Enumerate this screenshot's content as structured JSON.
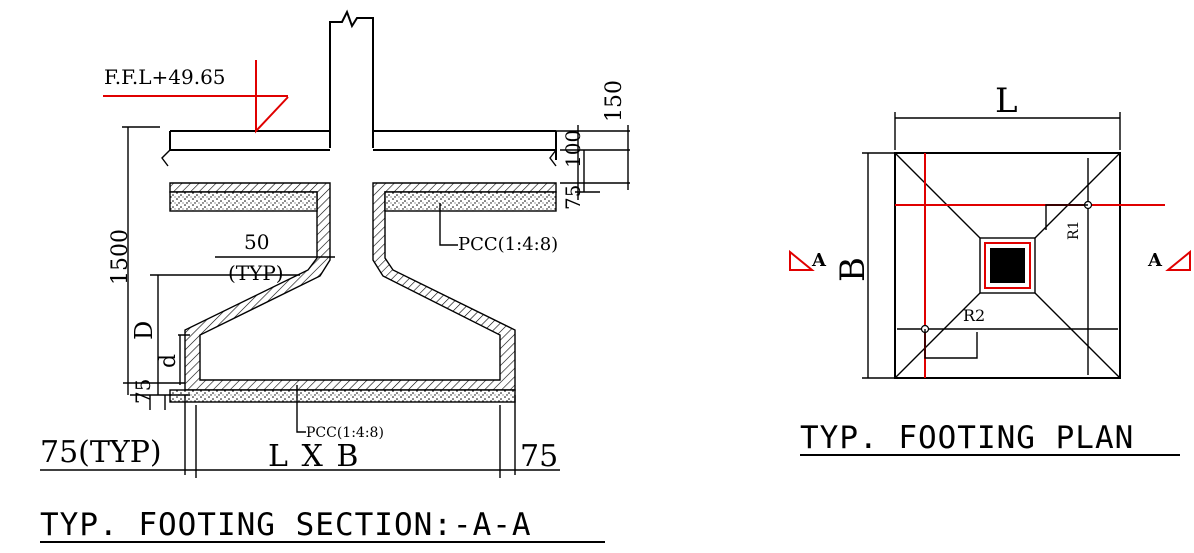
{
  "section": {
    "title": "TYP. FOOTING SECTION:-A-A",
    "ffl": "F.F.L+49.65",
    "dim_150": "150",
    "dim_100": "100",
    "dim_75_top": "75",
    "dim_1500": "1500",
    "dim_50": "50",
    "typ": "(TYP)",
    "dim_D": "D",
    "dim_d": "d",
    "dim_75_bottom": "75",
    "pcc_upper": "PCC(1:4:8)",
    "pcc_lower": "PCC(1:4:8)",
    "offset_left": "75(TYP)",
    "size": "L X B",
    "offset_right": "75"
  },
  "plan": {
    "title": "TYP. FOOTING PLAN",
    "dim_L": "L",
    "dim_B": "B",
    "r1": "R1",
    "r2": "R2",
    "marker_left": "A",
    "marker_right": "A"
  },
  "colors": {
    "line": "#000000",
    "accent": "#e00000",
    "column": "#000000"
  }
}
